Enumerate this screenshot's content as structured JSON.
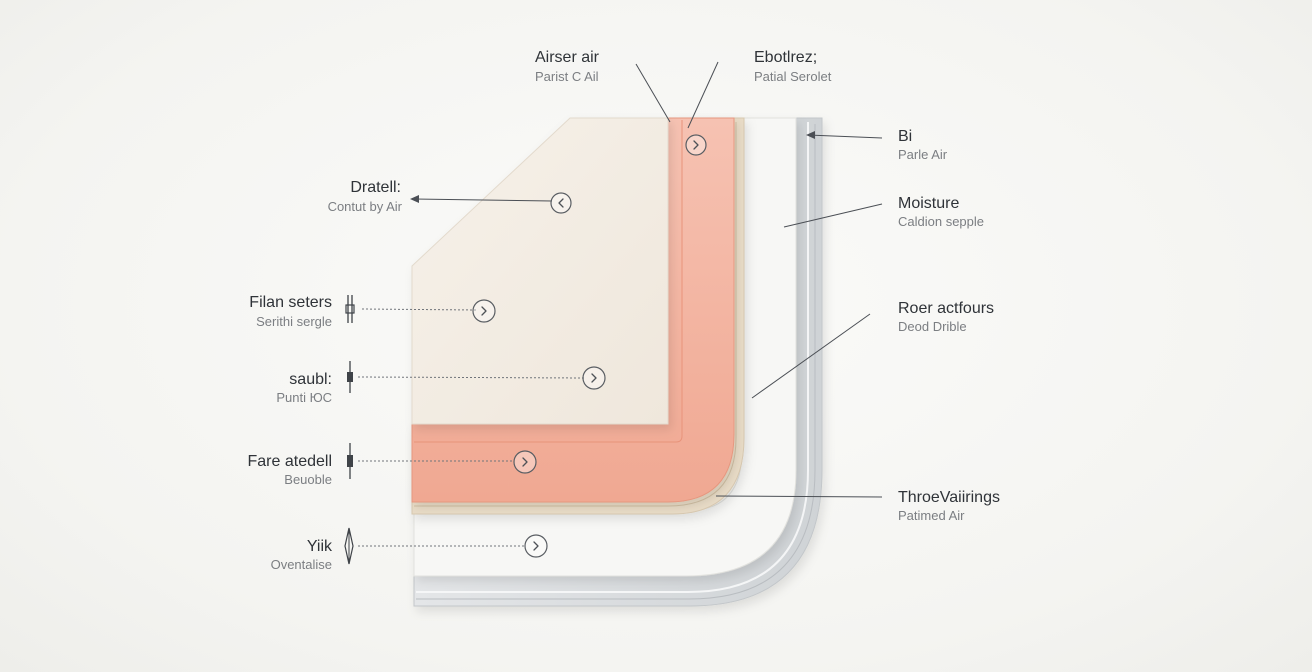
{
  "labels": {
    "top_left": {
      "title": "Airser air",
      "sub": "Parist C Ail"
    },
    "top_right": {
      "title": "Ebotlrez;",
      "sub": "Patial Serolet"
    },
    "right_1": {
      "title": "Bi",
      "sub": "Parle Air"
    },
    "right_2": {
      "title": "Moisture",
      "sub": "Caldion sepple"
    },
    "right_3": {
      "title": "Roer actfours",
      "sub": "Deod Drible"
    },
    "right_4": {
      "title": "ThroeVaiirings",
      "sub": "Patimed Air"
    },
    "left_1": {
      "title": "Dratell:",
      "sub": "Contut by Air"
    },
    "left_2": {
      "title": "Filan seters",
      "sub": "Serithi sergle"
    },
    "left_3": {
      "title": "saubl:",
      "sub": "Punti ЮС"
    },
    "left_4": {
      "title": "Fare atedell",
      "sub": "Beuoble"
    },
    "left_5": {
      "title": "Yiik",
      "sub": "Oventalise"
    }
  },
  "colors": {
    "background": "#f4f4f1",
    "cream_layer": "#f4ede4",
    "salmon_layer": "#f3b3a0",
    "beige_layer": "#e8dcc8",
    "white_layer": "#f7f7f5",
    "gray_layer": "#d6d9dc",
    "leader_line": "#4b4f55"
  },
  "icons": [
    "circle-chevron-marker",
    "connector-pin-icon"
  ]
}
